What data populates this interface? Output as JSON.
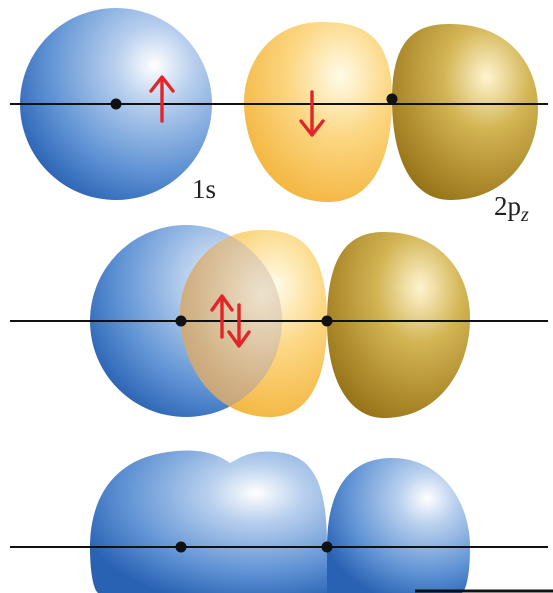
{
  "labels": {
    "orbital_1s": "1s",
    "orbital_2p_main": "2p",
    "orbital_2p_subscript": "z"
  },
  "electrons": {
    "hydrogen_1s": "up",
    "fluorine_2pz": "down",
    "bond_pair": "up-down"
  },
  "colors": {
    "s_orbital_blue": "#3f79c5",
    "p_lobe_light": "#f7c35a",
    "p_lobe_dark": "#b08e2a",
    "overlap_tint": "#c7a98f",
    "electron_arrow": "#e0252b",
    "axis_line": "#111111",
    "nucleus": "#111111"
  },
  "icons": {
    "spin_up": "arrow-up-icon",
    "spin_down": "arrow-down-icon",
    "spin_pair": "up-down-arrows-icon"
  }
}
